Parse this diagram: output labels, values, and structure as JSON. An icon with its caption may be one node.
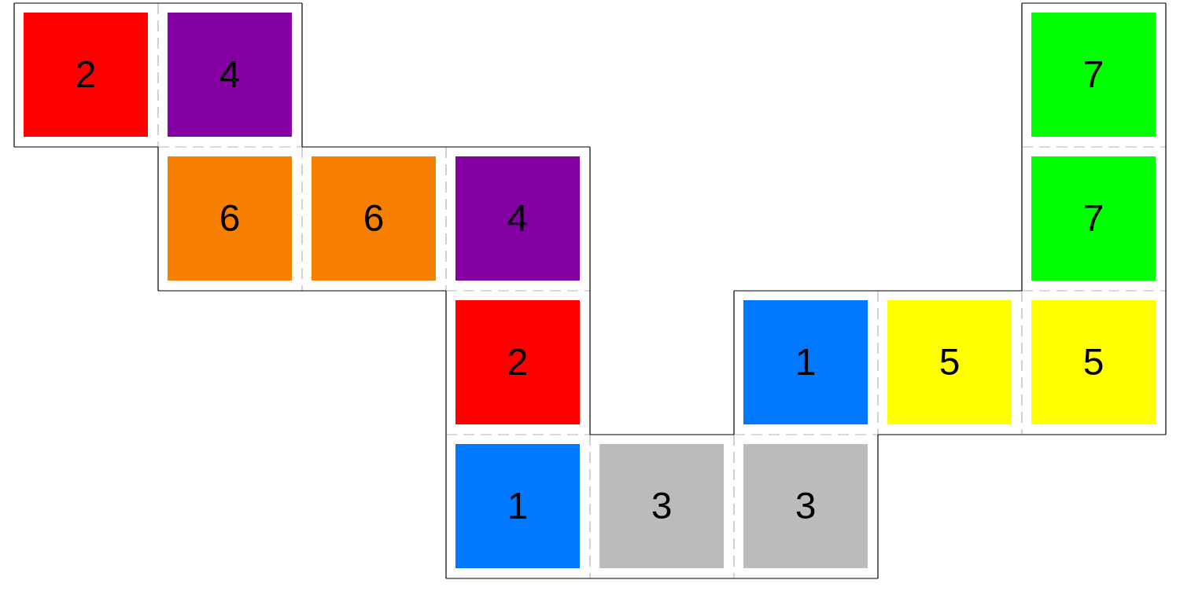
{
  "diagram": {
    "nodes": [
      {
        "text": [
          "2"
        ]
      },
      {
        "text": [
          "4"
        ]
      },
      {
        "text": [
          "7"
        ]
      },
      {
        "text": [
          "6"
        ]
      },
      {
        "text": [
          "6"
        ]
      },
      {
        "text": [
          "4"
        ]
      },
      {
        "text": [
          "7"
        ]
      },
      {
        "text": [
          "2"
        ]
      },
      {
        "text": [
          "1"
        ]
      },
      {
        "text": [
          "5"
        ]
      },
      {
        "text": [
          "5"
        ]
      },
      {
        "text": [
          "1"
        ]
      },
      {
        "text": [
          "3"
        ]
      },
      {
        "text": [
          "3"
        ]
      }
    ]
  }
}
